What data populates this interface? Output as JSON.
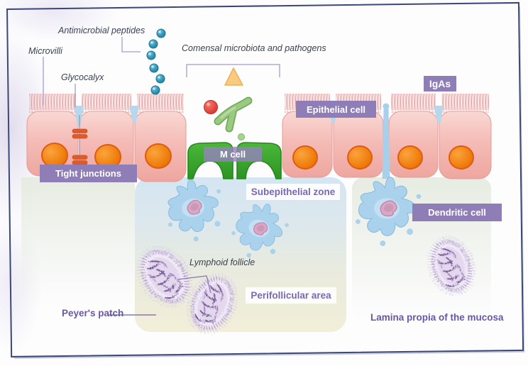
{
  "diagram": {
    "labels": {
      "antimicrobial_peptides": "Antimicrobial peptides",
      "microvilli": "Microvilli",
      "glycocalyx": "Glycocalyx",
      "comensal": "Comensal microbiota and pathogens",
      "igas": "IgAs",
      "epithelial_cell": "Epithelial cell",
      "m_cell": "M cell",
      "tight_junctions": "Tight junctions",
      "subepithelial_zone": "Subepithelial zone",
      "dendritic_cell": "Dendritic cell",
      "lymphoid_follicle": "Lymphoid follicle",
      "perifollicular_area": "Perifollicular area",
      "peyers_patch": "Peyer's patch",
      "lamina_propia": "Lamina propia of the mucosa"
    },
    "colors": {
      "badge_purple": "#8f7db8",
      "badge_text": "#ffffff",
      "white_badge_text": "#7b68b2",
      "plain_label_purple": "#6a57a5",
      "italic_label": "#3a4254",
      "frame_border": "#3b4877",
      "epithelial_cell_pink": "#f4b8b3",
      "nucleus_orange": "#ef820f",
      "tight_junction_orange": "#e05a2a",
      "m_cell_green": "#35a12b",
      "dendritic_cell_blue": "#a9d1ec",
      "follicle_purple": "#7a5898",
      "peptide_teal": "#2d92b4",
      "pathogen_green": "#9aca81",
      "antigen_red": "#e0403a",
      "antigen_triangle_yellow": "#f8cb80",
      "subepithelial_blue": "#d5e5f2",
      "perifollicular_beige": "#f2eed8"
    }
  }
}
